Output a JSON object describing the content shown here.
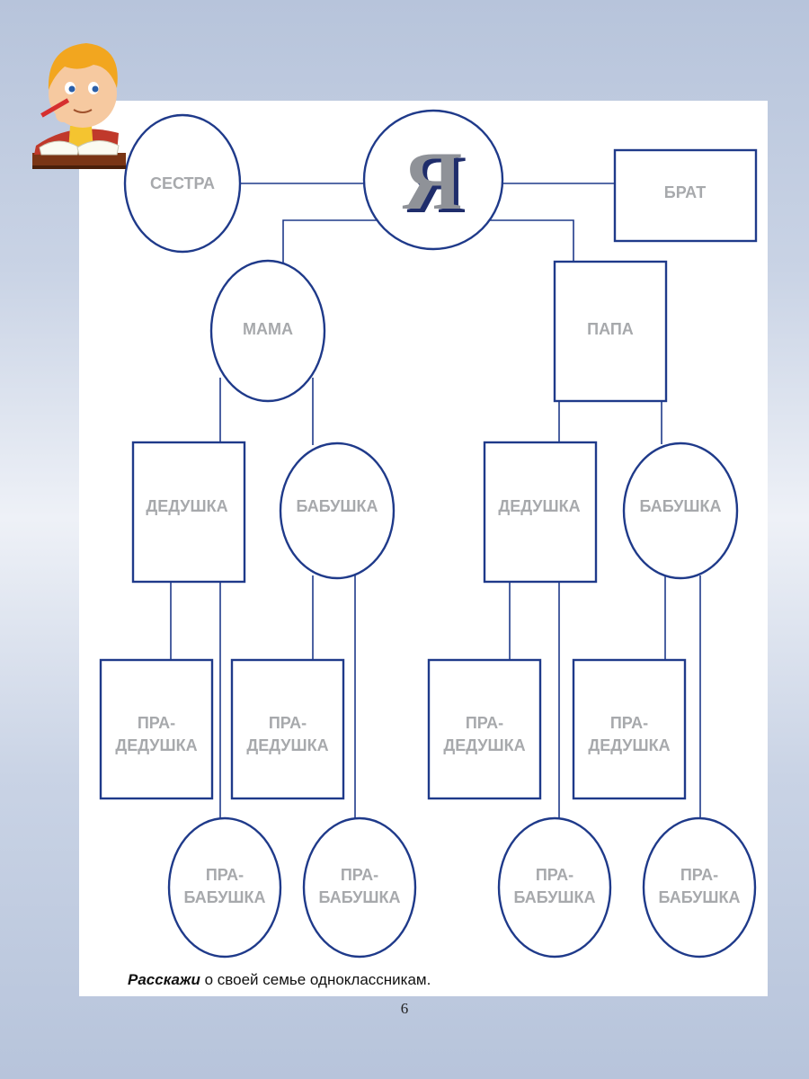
{
  "tree": {
    "me": "Я",
    "sister": "СЕСТРА",
    "brother": "БРАТ",
    "mom": "МАМА",
    "dad": "ПАПА",
    "grandfather": "ДЕДУШКА",
    "grandmother": "БАБУШКА",
    "great_prefix": "ПРА-",
    "great_grandfather": "ДЕДУШКА",
    "great_grandmother": "БАБУШКА"
  },
  "caption": {
    "emphasis": "Расскажи",
    "rest": " о своей семье одноклассникам."
  },
  "page_number": "6",
  "colors": {
    "line": "#1f3a8a",
    "label": "#a7a9ac",
    "me_fill": "#8f9298",
    "me_shadow": "#1f2d6b"
  }
}
